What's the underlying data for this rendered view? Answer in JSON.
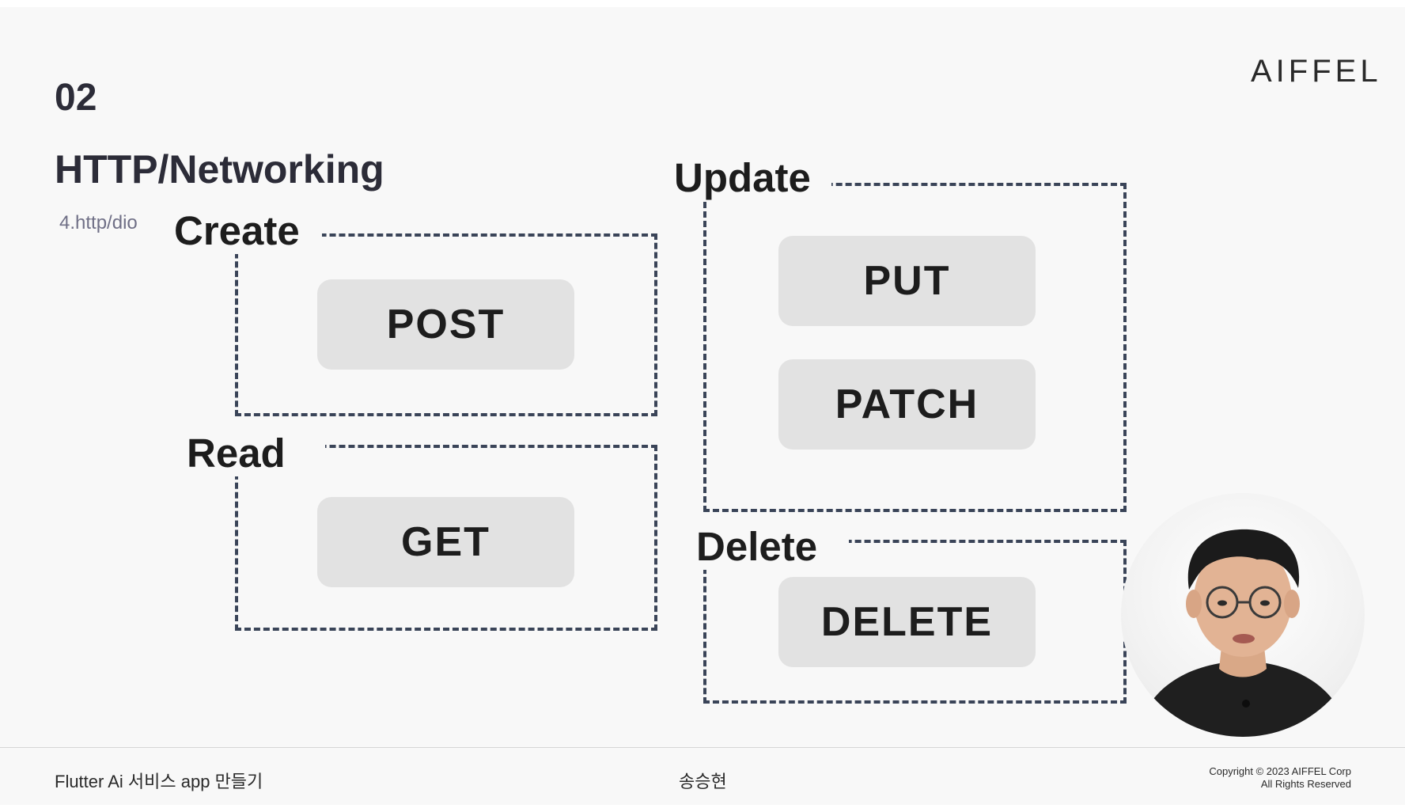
{
  "slide": {
    "number": "02",
    "title": "HTTP/Networking",
    "subtitle": "4.http/dio",
    "logo": "AIFFEL"
  },
  "groups": [
    {
      "label": "Create",
      "methods": [
        "POST"
      ]
    },
    {
      "label": "Read",
      "methods": [
        "GET"
      ]
    },
    {
      "label": "Update",
      "methods": [
        "PUT",
        "PATCH"
      ]
    },
    {
      "label": "Delete",
      "methods": [
        "DELETE"
      ]
    }
  ],
  "footer": {
    "course": "Flutter Ai 서비스 app 만들기",
    "presenter": "송승현",
    "copyright_line1": "Copyright © 2023 AIFFEL Corp",
    "copyright_line2": "All Rights Reserved"
  },
  "colors": {
    "background": "#f8f8f8",
    "dashed_border": "#3a4458",
    "method_box": "#e2e2e2",
    "title_text": "#2c2c38",
    "subtitle_text": "#6f6f86"
  }
}
